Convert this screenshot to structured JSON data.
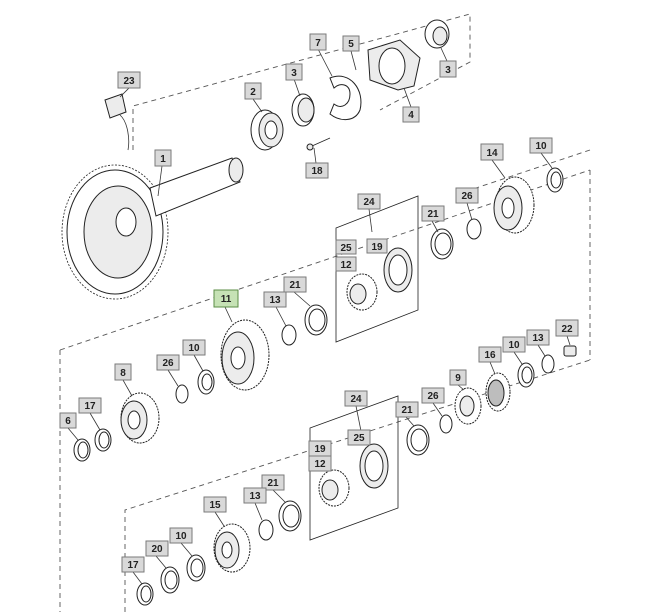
{
  "callouts": [
    {
      "id": "23",
      "label": "23"
    },
    {
      "id": "7",
      "label": "7"
    },
    {
      "id": "5",
      "label": "5"
    },
    {
      "id": "3a",
      "label": "3"
    },
    {
      "id": "2",
      "label": "2"
    },
    {
      "id": "3b",
      "label": "3"
    },
    {
      "id": "4",
      "label": "4"
    },
    {
      "id": "1",
      "label": "1"
    },
    {
      "id": "18",
      "label": "18"
    },
    {
      "id": "14",
      "label": "14"
    },
    {
      "id": "10a",
      "label": "10"
    },
    {
      "id": "24a",
      "label": "24"
    },
    {
      "id": "26a",
      "label": "26"
    },
    {
      "id": "21a",
      "label": "21"
    },
    {
      "id": "25a",
      "label": "25"
    },
    {
      "id": "19a",
      "label": "19"
    },
    {
      "id": "12a",
      "label": "12"
    },
    {
      "id": "11",
      "label": "11",
      "selected": true
    },
    {
      "id": "21b",
      "label": "21"
    },
    {
      "id": "13a",
      "label": "13"
    },
    {
      "id": "22",
      "label": "22"
    },
    {
      "id": "13b",
      "label": "13"
    },
    {
      "id": "10b",
      "label": "10"
    },
    {
      "id": "16",
      "label": "16"
    },
    {
      "id": "8",
      "label": "8"
    },
    {
      "id": "26b",
      "label": "26"
    },
    {
      "id": "10c",
      "label": "10"
    },
    {
      "id": "9",
      "label": "9"
    },
    {
      "id": "24b",
      "label": "24"
    },
    {
      "id": "26c",
      "label": "26"
    },
    {
      "id": "21c",
      "label": "21"
    },
    {
      "id": "17a",
      "label": "17"
    },
    {
      "id": "6",
      "label": "6"
    },
    {
      "id": "25b",
      "label": "25"
    },
    {
      "id": "19b",
      "label": "19"
    },
    {
      "id": "12b",
      "label": "12"
    },
    {
      "id": "21d",
      "label": "21"
    },
    {
      "id": "13c",
      "label": "13"
    },
    {
      "id": "15",
      "label": "15"
    },
    {
      "id": "20",
      "label": "20"
    },
    {
      "id": "10d",
      "label": "10"
    },
    {
      "id": "17b",
      "label": "17"
    }
  ],
  "colors": {
    "callout_fill": "#d9d9d9",
    "callout_selected_fill": "#c6e2b5",
    "line": "#222222"
  }
}
